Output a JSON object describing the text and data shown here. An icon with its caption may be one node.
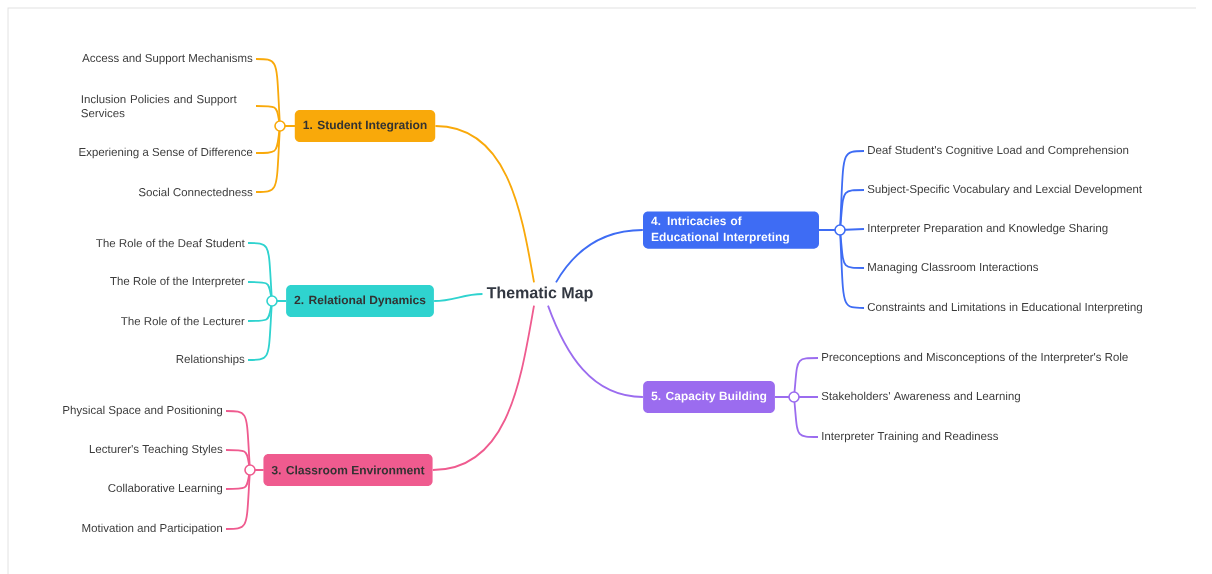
{
  "diagram": {
    "nodes": [
      {
        "text": [
          "Thematic Map"
        ]
      },
      {
        "text": [
          "1. Student Integration"
        ]
      },
      {
        "text": [
          "Access and Support Mechanisms"
        ]
      },
      {
        "text": [
          "Inclusion Policies and Support Services"
        ]
      },
      {
        "text": [
          "Experiening a Sense of Difference"
        ]
      },
      {
        "text": [
          "Social Connectedness"
        ]
      },
      {
        "text": [
          "2. Relational Dynamics"
        ]
      },
      {
        "text": [
          "The Role of the Deaf Student"
        ]
      },
      {
        "text": [
          "The Role of the Interpreter"
        ]
      },
      {
        "text": [
          "The Role of the Lecturer"
        ]
      },
      {
        "text": [
          "Relationships"
        ]
      },
      {
        "text": [
          "3. Classroom Environment"
        ]
      },
      {
        "text": [
          "Physical Space and Positioning"
        ]
      },
      {
        "text": [
          "Lecturer's Teaching Styles"
        ]
      },
      {
        "text": [
          "Collaborative Learning"
        ]
      },
      {
        "text": [
          "Motivation and Participation"
        ]
      },
      {
        "text": [
          "4. Intricacies of Educational Interpreting"
        ]
      },
      {
        "text": [
          "Deaf Student's Cognitive Load and Comprehension"
        ]
      },
      {
        "text": [
          "Subject-Specific Vocabulary and Lexcial Development"
        ]
      },
      {
        "text": [
          "Interpreter Preparation and Knowledge Sharing"
        ]
      },
      {
        "text": [
          "Managing Classroom Interactions"
        ]
      },
      {
        "text": [
          "Constraints and Limitations in Educational Interpreting"
        ]
      },
      {
        "text": [
          "5. Capacity Building"
        ]
      },
      {
        "text": [
          "Preconceptions and Misconceptions of the Interpreter's Role"
        ]
      },
      {
        "text": [
          "Stakeholders' Awareness and Learning"
        ]
      },
      {
        "text": [
          "Interpreter Training and Readiness"
        ]
      }
    ],
    "edges": [
      {
        "from": 0,
        "to": 1,
        "arrow": "none",
        "color": "#f9a90a"
      },
      {
        "from": 1,
        "to": 2,
        "arrow": "none",
        "color": "#f9a90a"
      },
      {
        "from": 1,
        "to": 3,
        "arrow": "none",
        "color": "#f9a90a"
      },
      {
        "from": 1,
        "to": 4,
        "arrow": "none",
        "color": "#f9a90a"
      },
      {
        "from": 1,
        "to": 5,
        "arrow": "none",
        "color": "#f9a90a"
      },
      {
        "from": 0,
        "to": 6,
        "arrow": "none",
        "color": "#2fd3cf"
      },
      {
        "from": 6,
        "to": 7,
        "arrow": "none",
        "color": "#2fd3cf"
      },
      {
        "from": 6,
        "to": 8,
        "arrow": "none",
        "color": "#2fd3cf"
      },
      {
        "from": 6,
        "to": 9,
        "arrow": "none",
        "color": "#2fd3cf"
      },
      {
        "from": 6,
        "to": 10,
        "arrow": "none",
        "color": "#2fd3cf"
      },
      {
        "from": 0,
        "to": 11,
        "arrow": "none",
        "color": "#ef5b8f"
      },
      {
        "from": 11,
        "to": 12,
        "arrow": "none",
        "color": "#ef5b8f"
      },
      {
        "from": 11,
        "to": 13,
        "arrow": "none",
        "color": "#ef5b8f"
      },
      {
        "from": 11,
        "to": 14,
        "arrow": "none",
        "color": "#ef5b8f"
      },
      {
        "from": 11,
        "to": 15,
        "arrow": "none",
        "color": "#ef5b8f"
      },
      {
        "from": 0,
        "to": 16,
        "arrow": "none",
        "color": "#3e6cf4"
      },
      {
        "from": 16,
        "to": 17,
        "arrow": "none",
        "color": "#3e6cf4"
      },
      {
        "from": 16,
        "to": 18,
        "arrow": "none",
        "color": "#3e6cf4"
      },
      {
        "from": 16,
        "to": 19,
        "arrow": "none",
        "color": "#3e6cf4"
      },
      {
        "from": 16,
        "to": 20,
        "arrow": "none",
        "color": "#3e6cf4"
      },
      {
        "from": 16,
        "to": 21,
        "arrow": "none",
        "color": "#3e6cf4"
      },
      {
        "from": 0,
        "to": 22,
        "arrow": "none",
        "color": "#9b6cef"
      },
      {
        "from": 22,
        "to": 23,
        "arrow": "none",
        "color": "#9b6cef"
      },
      {
        "from": 22,
        "to": 24,
        "arrow": "none",
        "color": "#9b6cef"
      },
      {
        "from": 22,
        "to": 25,
        "arrow": "none",
        "color": "#9b6cef"
      }
    ]
  }
}
